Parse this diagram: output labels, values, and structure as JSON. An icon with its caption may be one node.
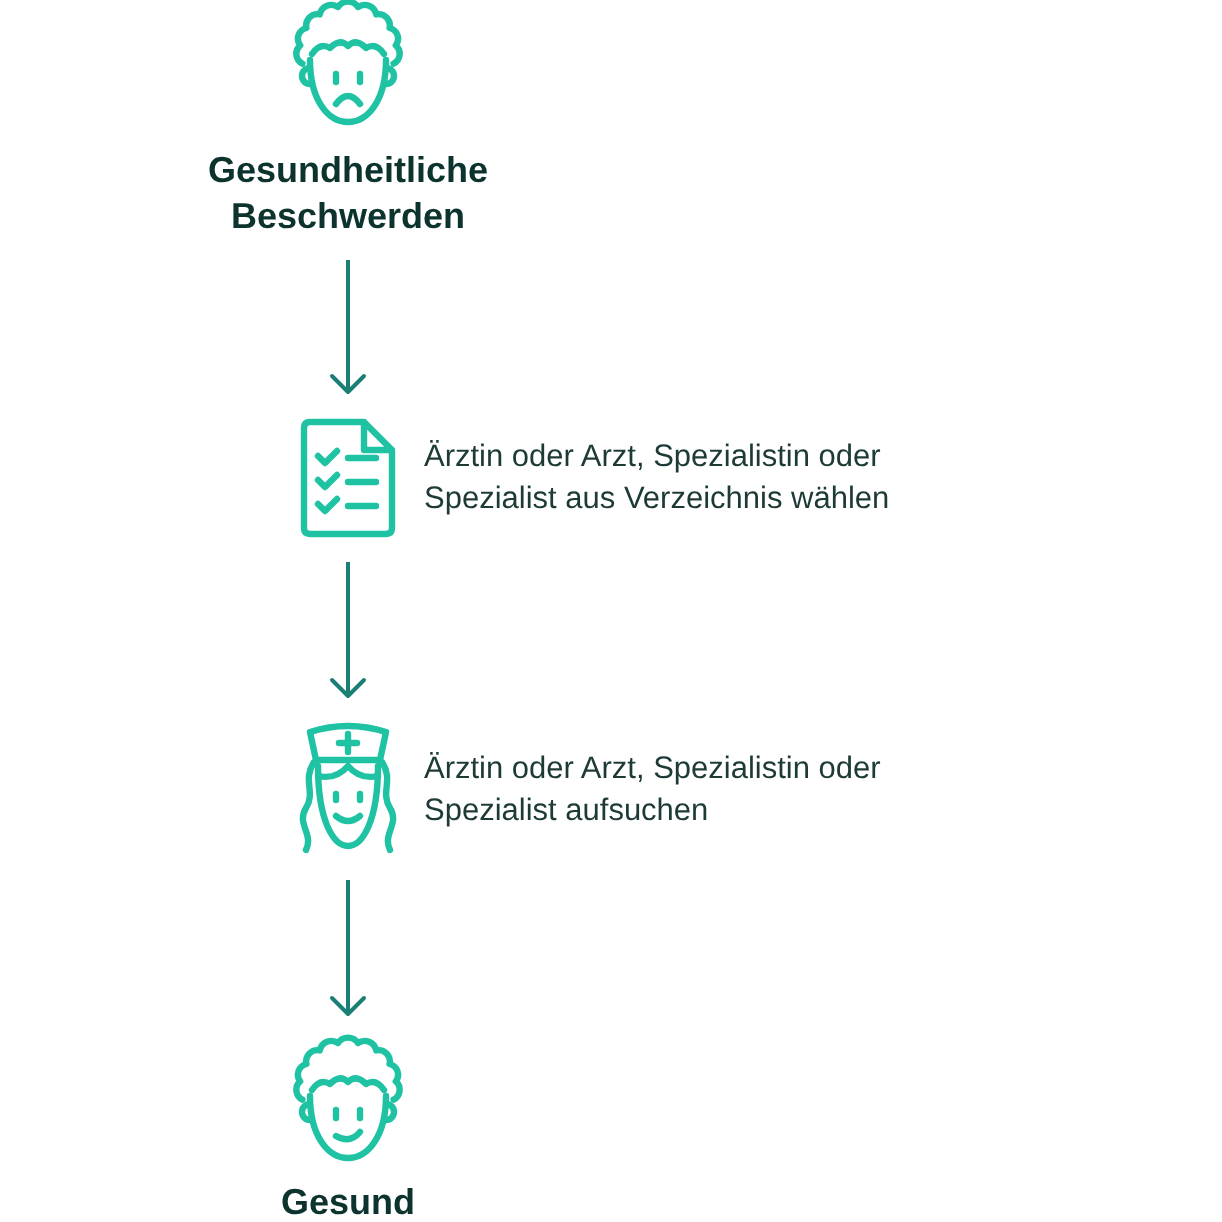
{
  "diagram": {
    "nodes": [
      {
        "text": [
          "Gesundheitliche Beschwerden"
        ]
      },
      {
        "text": [
          "Ärztin oder Arzt, Spezialistin oder Spezialist aus Verzeichnis wählen"
        ]
      },
      {
        "text": [
          "Ärztin oder Arzt, Spezialistin oder Spezialist aufsuchen"
        ]
      },
      {
        "text": [
          "Gesund"
        ]
      }
    ],
    "edges": [
      {
        "from": 0,
        "to": 1,
        "arrow": "to"
      },
      {
        "from": 1,
        "to": 2,
        "arrow": "to"
      },
      {
        "from": 2,
        "to": 3,
        "arrow": "to"
      }
    ]
  }
}
